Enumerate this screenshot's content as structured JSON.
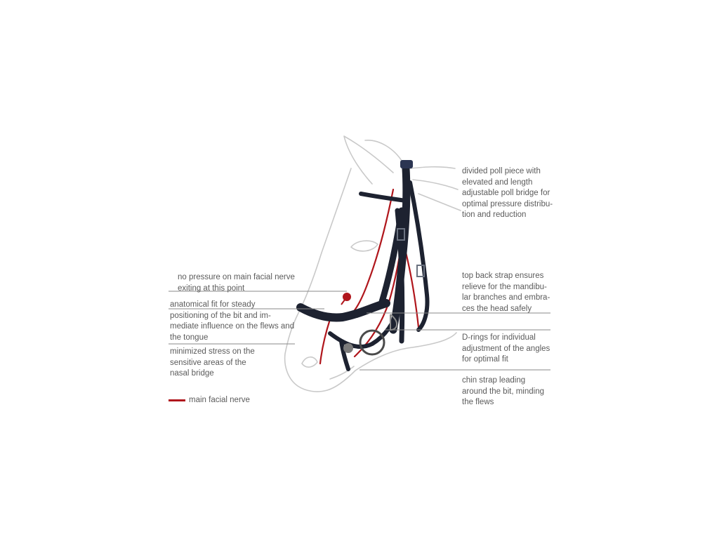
{
  "colors": {
    "nerve": "#b0161c",
    "leather": "#1d2230",
    "outline": "#c9c9c9",
    "text": "#5b5b5b",
    "leader": "#8a8a8a"
  },
  "annotations": {
    "poll_piece": [
      "divided poll piece with",
      "elevated and length",
      "adjustable poll bridge for",
      "optimal pressure distribu-",
      "tion and reduction"
    ],
    "top_back_strap": [
      "top back strap ensures",
      "relieve for the mandibu-",
      "lar branches and embra-",
      "ces the head safely"
    ],
    "d_rings": [
      "D-rings for individual",
      "adjustment of the angles",
      "for optimal fit"
    ],
    "chin_strap": [
      "chin strap leading",
      "around the bit, minding",
      "the flews"
    ],
    "facial_nerve": [
      "no pressure on main facial nerve",
      "exiting at this point"
    ],
    "anatomical_fit": [
      "anatomical fit for steady",
      "positioning of the bit and im-",
      "mediate influence on the flews and",
      "the tongue"
    ],
    "nasal_bridge": [
      "minimized stress on the",
      "sensitive areas of the",
      "nasal bridge"
    ]
  },
  "legend": {
    "label": "main facial nerve"
  }
}
